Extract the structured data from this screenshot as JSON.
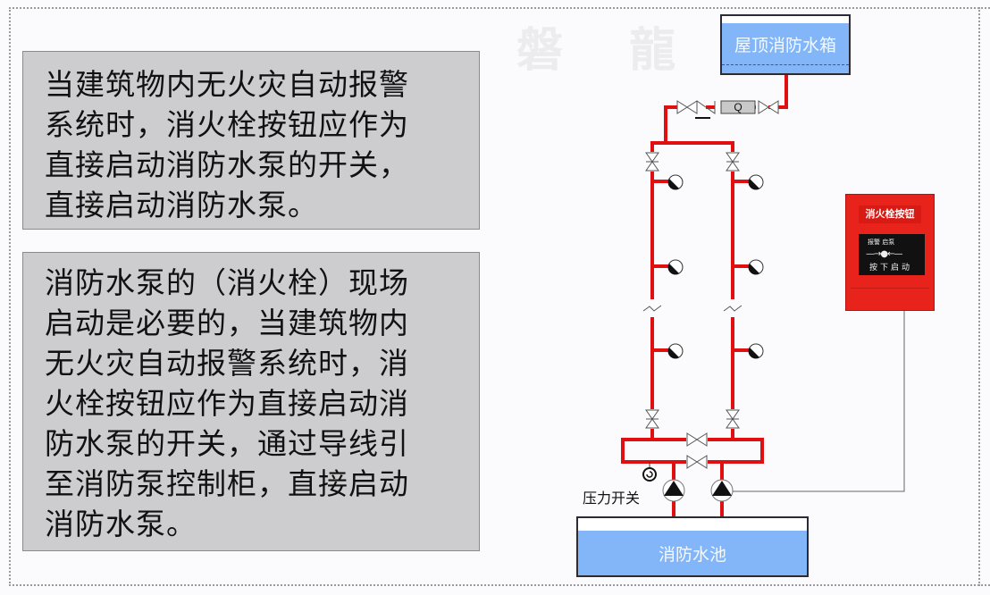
{
  "watermark": "磐 龍",
  "text_boxes": [
    {
      "id": "box1",
      "lines": [
        "当建筑物内无火灾自动报警",
        "系统时，消火栓按钮应作为",
        "直接启动消防水泵的开关，",
        "直接启动消防水泵。"
      ]
    },
    {
      "id": "box2",
      "lines": [
        "消防水泵的（消火栓）现场",
        "启动是必要的，当建筑物内",
        "无火灾自动报警系统时，消",
        "火栓按钮应作为直接启动消",
        "防水泵的开关，通过导线引",
        "至消防泵控制柜，直接启动",
        "消防水泵。"
      ]
    }
  ],
  "diagram": {
    "roof_tank_label": "屋顶消防水箱",
    "pool_label": "消防水池",
    "pressure_switch_label": "压力开关",
    "alarm_button": {
      "label": "消火栓按钮",
      "panel_top": "报警 启泵",
      "panel_arrows": "—→●←—",
      "panel_bottom": "按下启动"
    },
    "colors": {
      "pipe": "#e01010",
      "water": "#82b6f8",
      "alarm_red": "#e8231b",
      "text_box_bg": "#cdcdcf"
    }
  }
}
